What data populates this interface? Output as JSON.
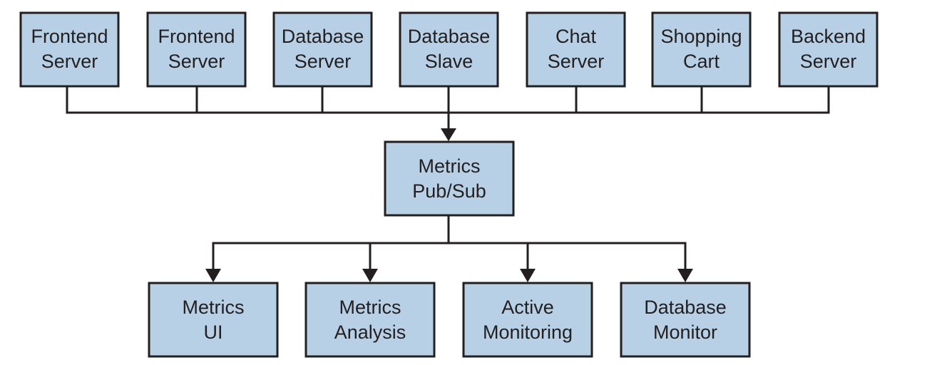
{
  "diagram": {
    "colors": {
      "box_fill": "#b7d0e6",
      "stroke": "#231f20",
      "text": "#231f20"
    },
    "sources": [
      {
        "line1": "Frontend",
        "line2": "Server"
      },
      {
        "line1": "Frontend",
        "line2": "Server"
      },
      {
        "line1": "Database",
        "line2": "Server"
      },
      {
        "line1": "Database",
        "line2": "Slave"
      },
      {
        "line1": "Chat",
        "line2": "Server"
      },
      {
        "line1": "Shopping",
        "line2": "Cart"
      },
      {
        "line1": "Backend",
        "line2": "Server"
      }
    ],
    "hub": {
      "line1": "Metrics",
      "line2": "Pub/Sub"
    },
    "consumers": [
      {
        "line1": "Metrics",
        "line2": "UI"
      },
      {
        "line1": "Metrics",
        "line2": "Analysis"
      },
      {
        "line1": "Active",
        "line2": "Monitoring"
      },
      {
        "line1": "Database",
        "line2": "Monitor"
      }
    ]
  }
}
